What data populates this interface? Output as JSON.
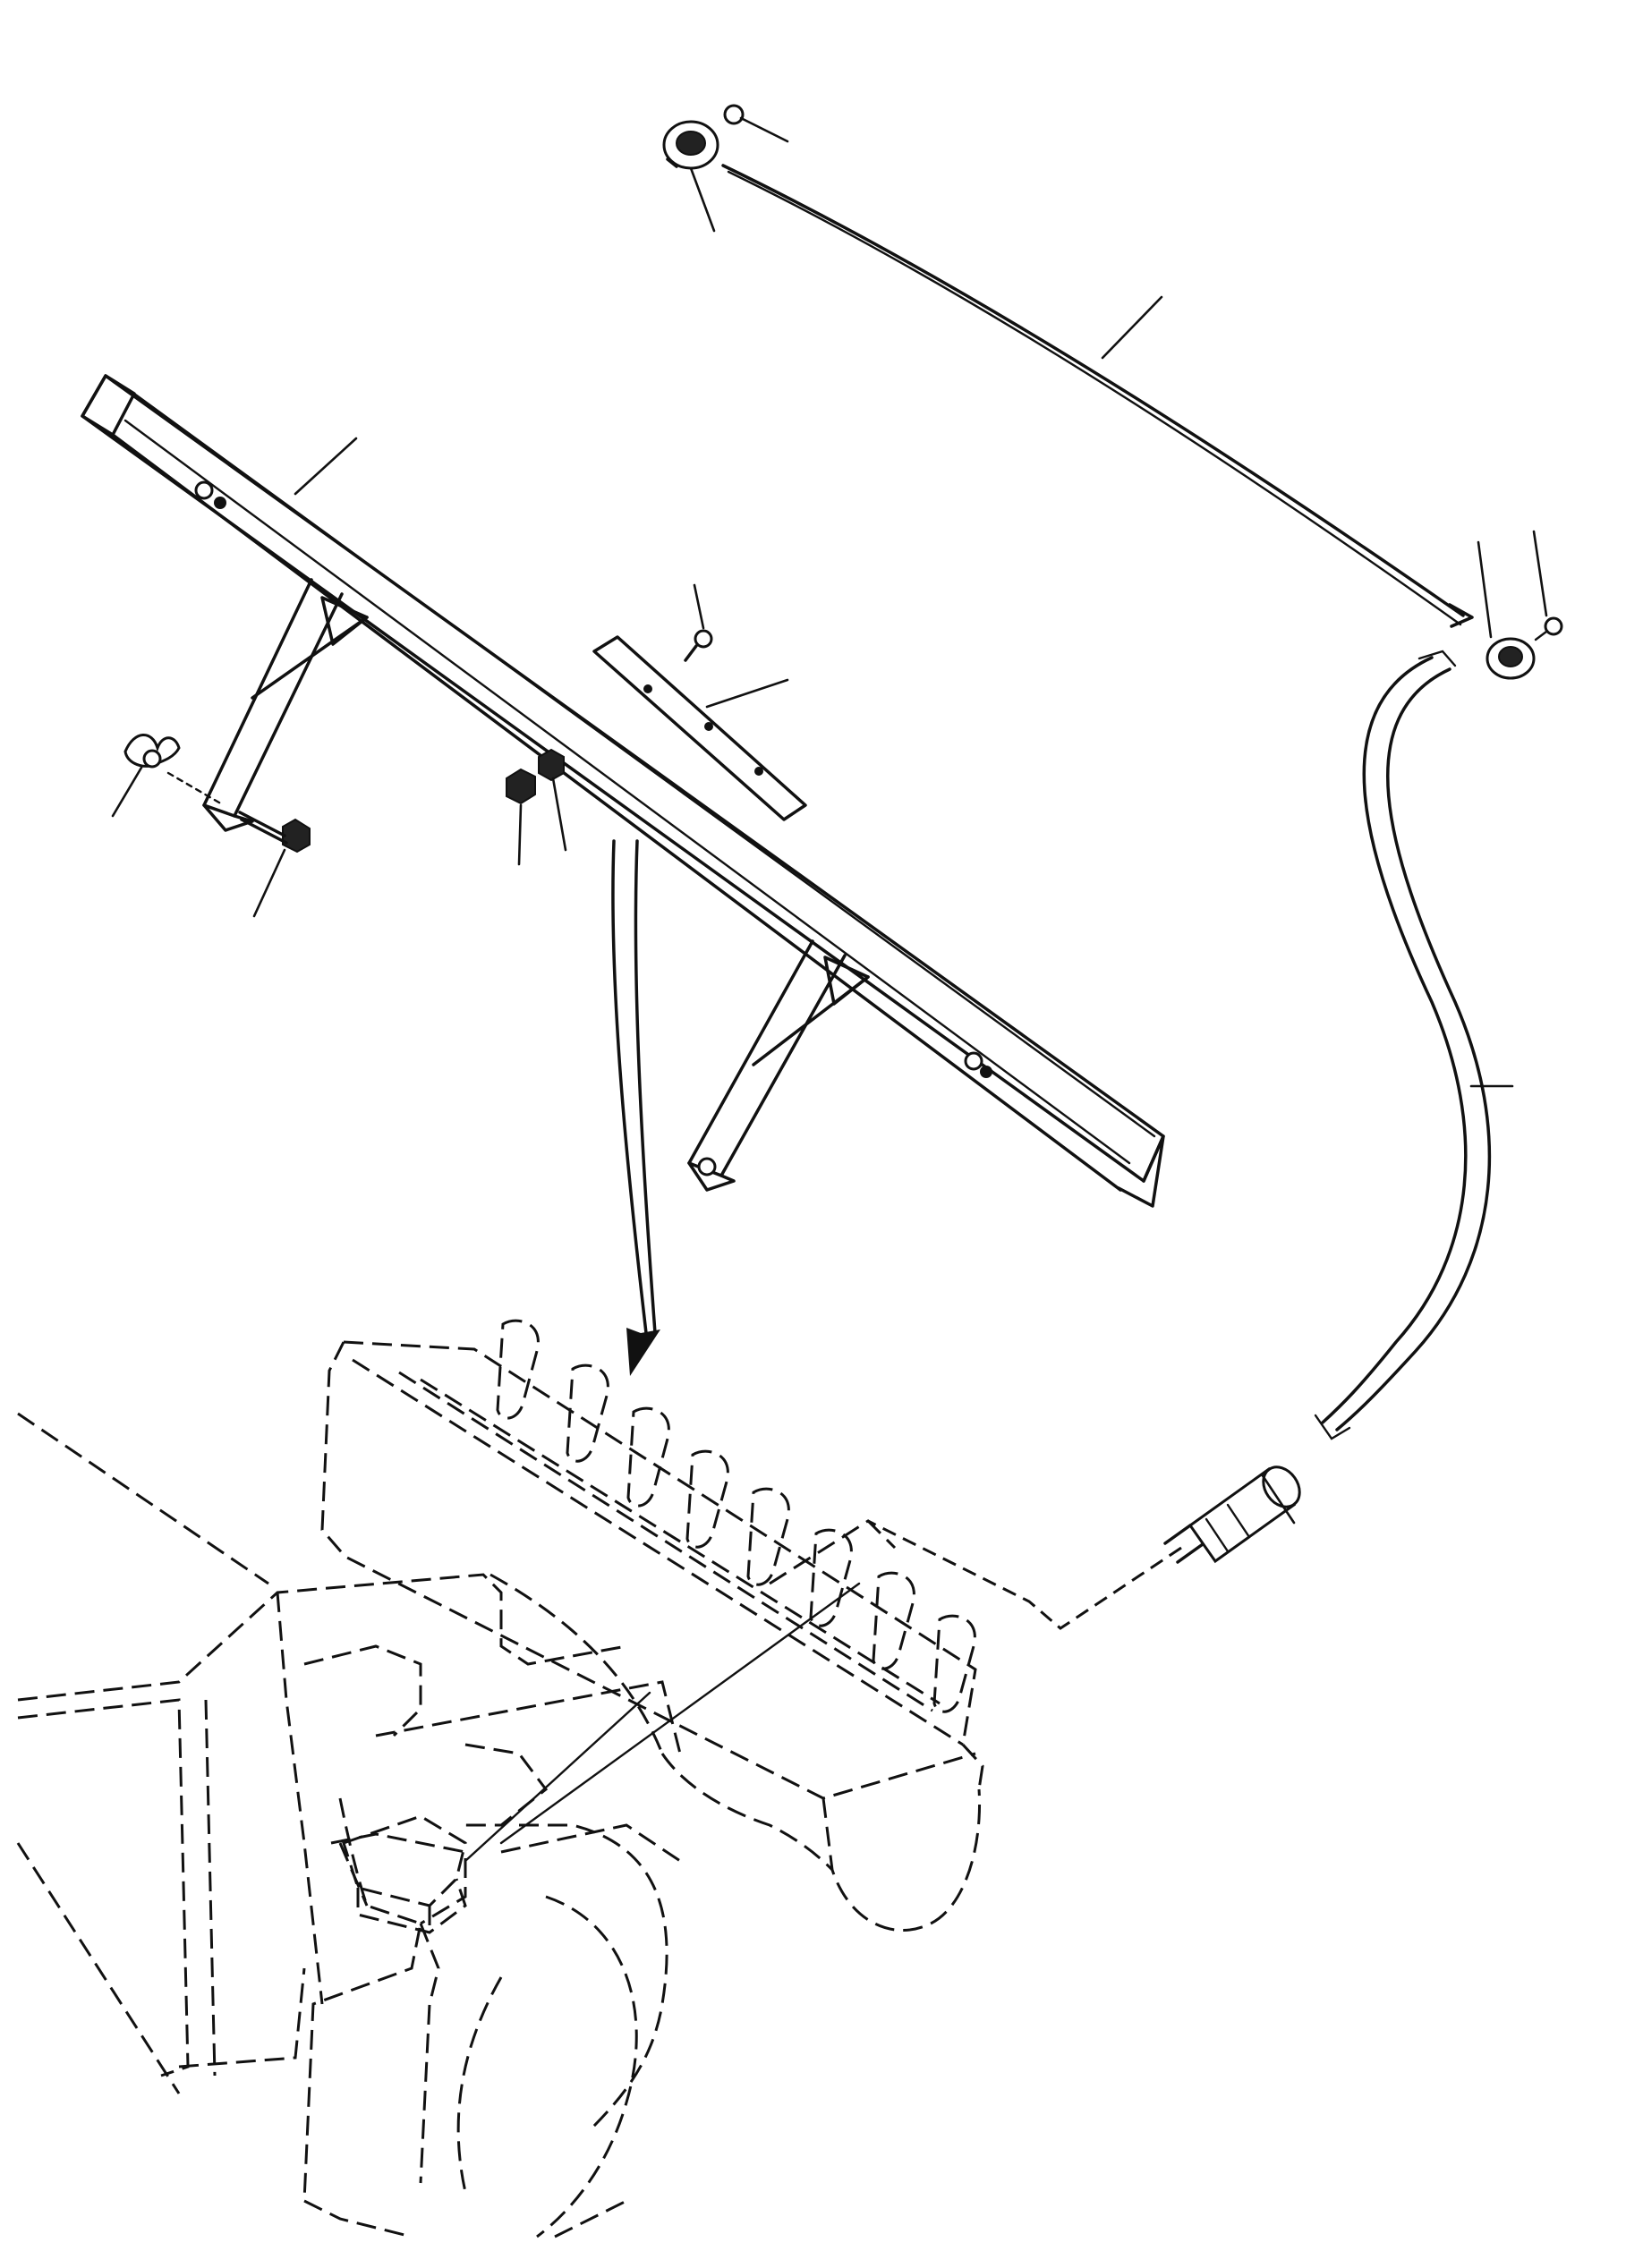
{
  "figure": {
    "type": "exploded-view line drawing",
    "text_labels": [],
    "callouts": [
      {
        "target": "upper-connector-retainer"
      },
      {
        "target": "upper-connector-left"
      },
      {
        "target": "upper-cable"
      },
      {
        "target": "guide-bar"
      },
      {
        "target": "plate-screw"
      },
      {
        "target": "plate"
      },
      {
        "target": "wing-nut"
      },
      {
        "target": "bolt"
      },
      {
        "target": "nut-left"
      },
      {
        "target": "nut-right"
      },
      {
        "target": "right-connector"
      },
      {
        "target": "right-connector-retainer"
      },
      {
        "target": "lower-cable"
      },
      {
        "target": "plug-connector"
      }
    ],
    "colors": {
      "ink": "#111111",
      "paper": "#ffffff"
    }
  }
}
